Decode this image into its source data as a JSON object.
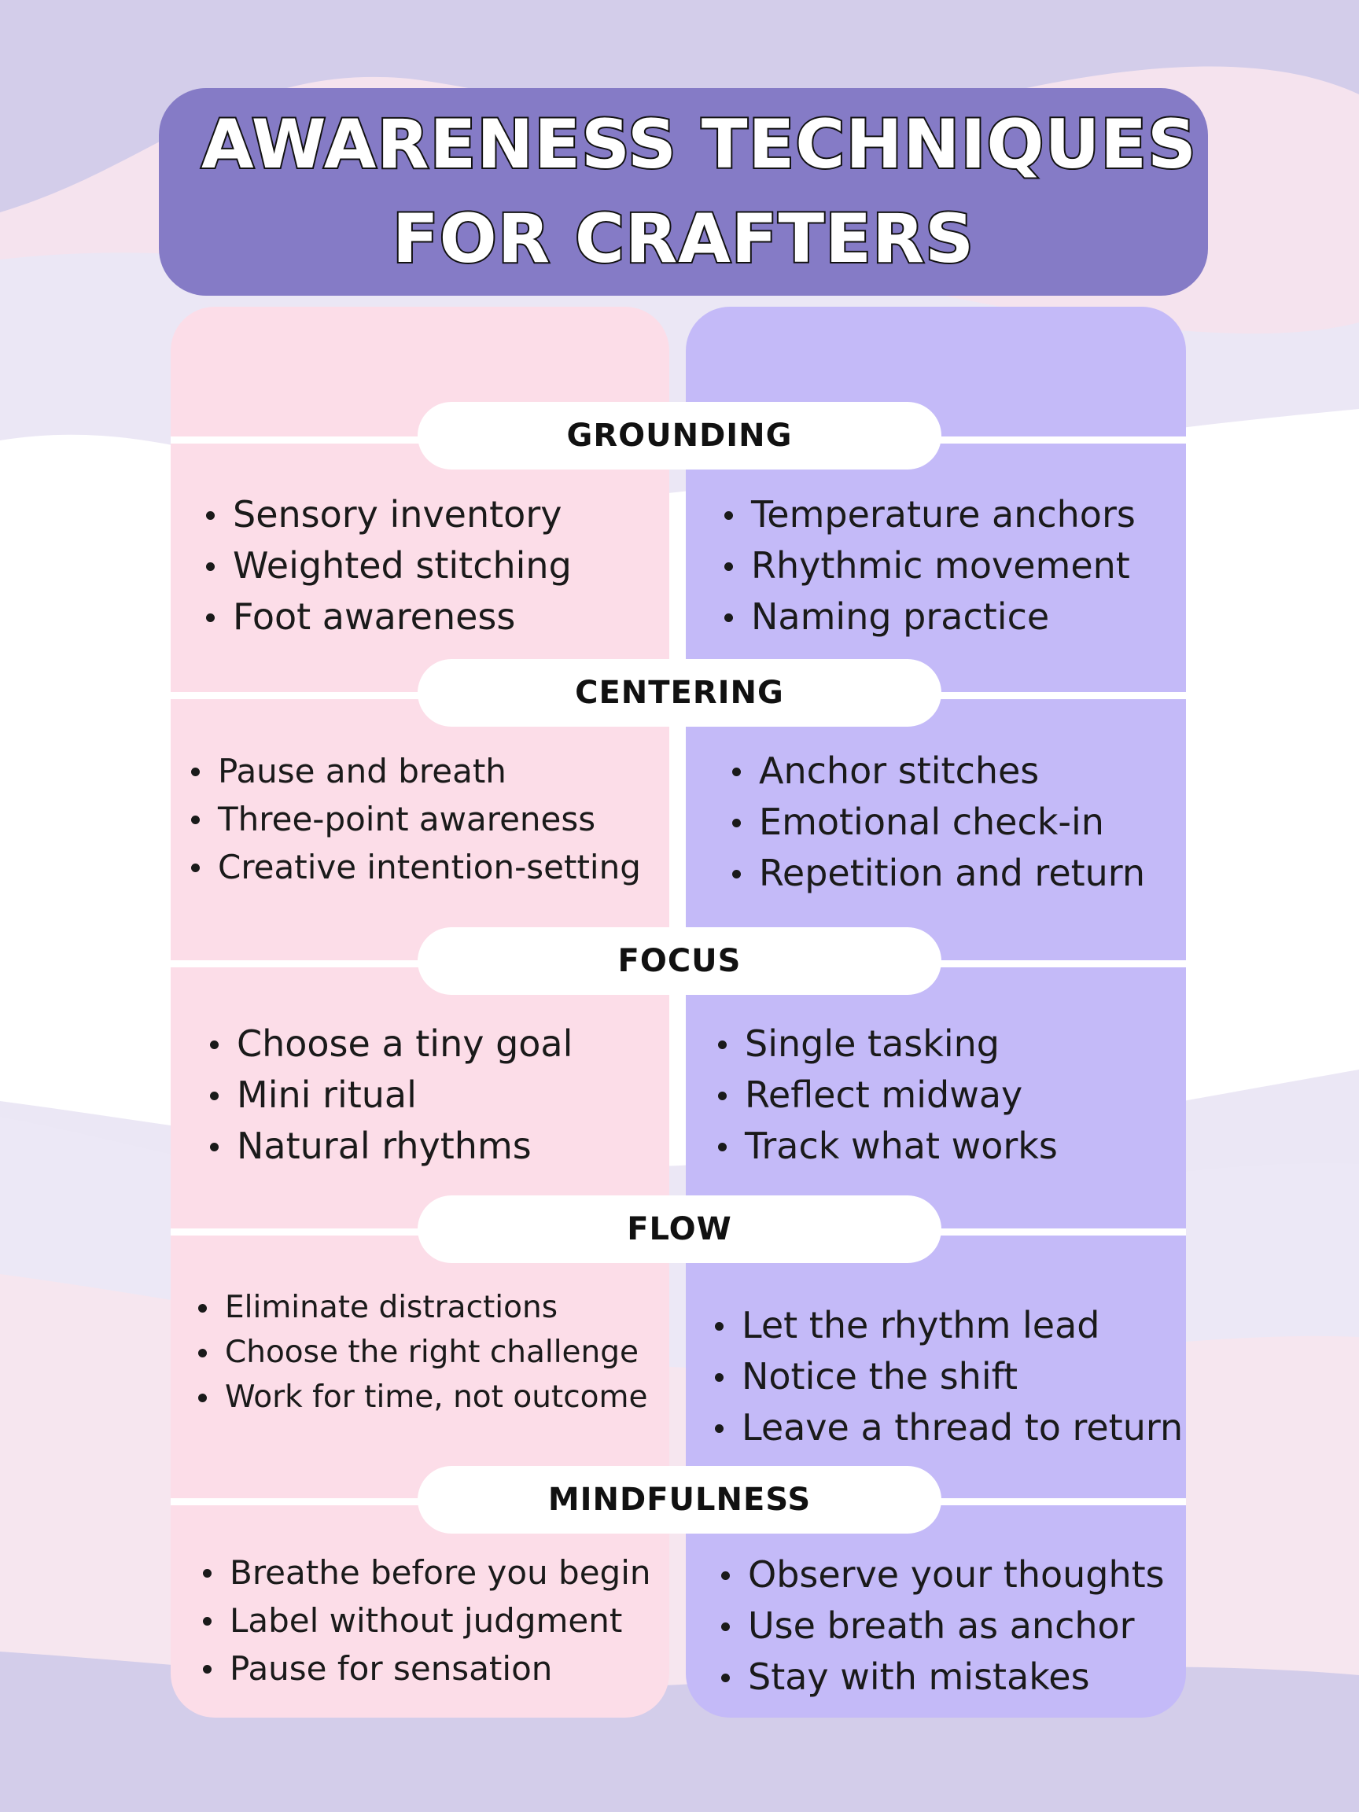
{
  "title": {
    "line1": "AWARENESS TECHNIQUES",
    "line2": "FOR CRAFTERS"
  },
  "colors": {
    "background": "#d3cdea",
    "title_box": "#857bc6",
    "left_column": "#fcdde8",
    "right_column": "#c4baf8",
    "pill": "#ffffff",
    "text": "#1a1a1a"
  },
  "sections": [
    {
      "heading": "GROUNDING",
      "left": [
        "Sensory inventory",
        "Weighted stitching",
        "Foot awareness"
      ],
      "right": [
        "Temperature anchors",
        "Rhythmic movement",
        "Naming practice"
      ]
    },
    {
      "heading": "CENTERING",
      "left": [
        "Pause and breath",
        "Three-point awareness",
        "Creative intention-setting"
      ],
      "right": [
        "Anchor stitches",
        "Emotional check-in",
        "Repetition and return"
      ]
    },
    {
      "heading": "FOCUS",
      "left": [
        "Choose a tiny goal",
        "Mini ritual",
        "Natural rhythms"
      ],
      "right": [
        "Single tasking",
        "Reflect midway",
        "Track what works"
      ]
    },
    {
      "heading": "FLOW",
      "left": [
        "Eliminate distractions",
        "Choose the right challenge",
        "Work for time, not outcome"
      ],
      "right": [
        "Let the rhythm lead",
        "Notice the shift",
        "Leave a thread to return"
      ]
    },
    {
      "heading": "MINDFULNESS",
      "left": [
        "Breathe before you begin",
        "Label without judgment",
        "Pause for sensation"
      ],
      "right": [
        "Observe your thoughts",
        "Use breath as anchor",
        "Stay with mistakes"
      ]
    }
  ]
}
